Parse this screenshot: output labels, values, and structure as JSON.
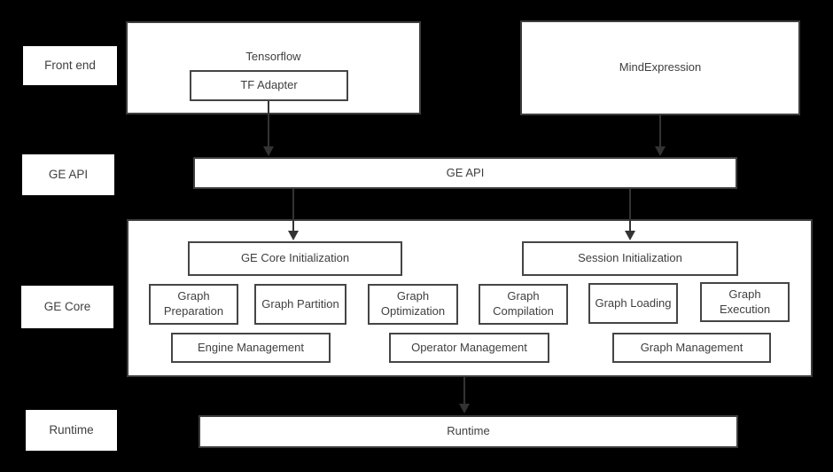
{
  "diagram": {
    "background": "#000000",
    "box_bg": "#ffffff",
    "border_color": "#3d3d3d",
    "text_color": "#3f3f3f",
    "arrow_color": "#333333",
    "side_labels": [
      "Front end",
      "GE API",
      "GE Core",
      "Runtime"
    ],
    "frontend": {
      "tensorflow": "Tensorflow",
      "tf_adapter": "TF Adapter",
      "mindexpression": "MindExpression"
    },
    "ge_api": "GE API",
    "ge_core": {
      "initialization": [
        "GE Core Initialization",
        "Session Initialization"
      ],
      "stages": [
        "Graph Preparation",
        "Graph Partition",
        "Graph Optimization",
        "Graph Compilation",
        "Graph Loading",
        "Graph Execution"
      ],
      "management": [
        "Engine Management",
        "Operator Management",
        "Graph Management"
      ]
    },
    "runtime": "Runtime"
  }
}
